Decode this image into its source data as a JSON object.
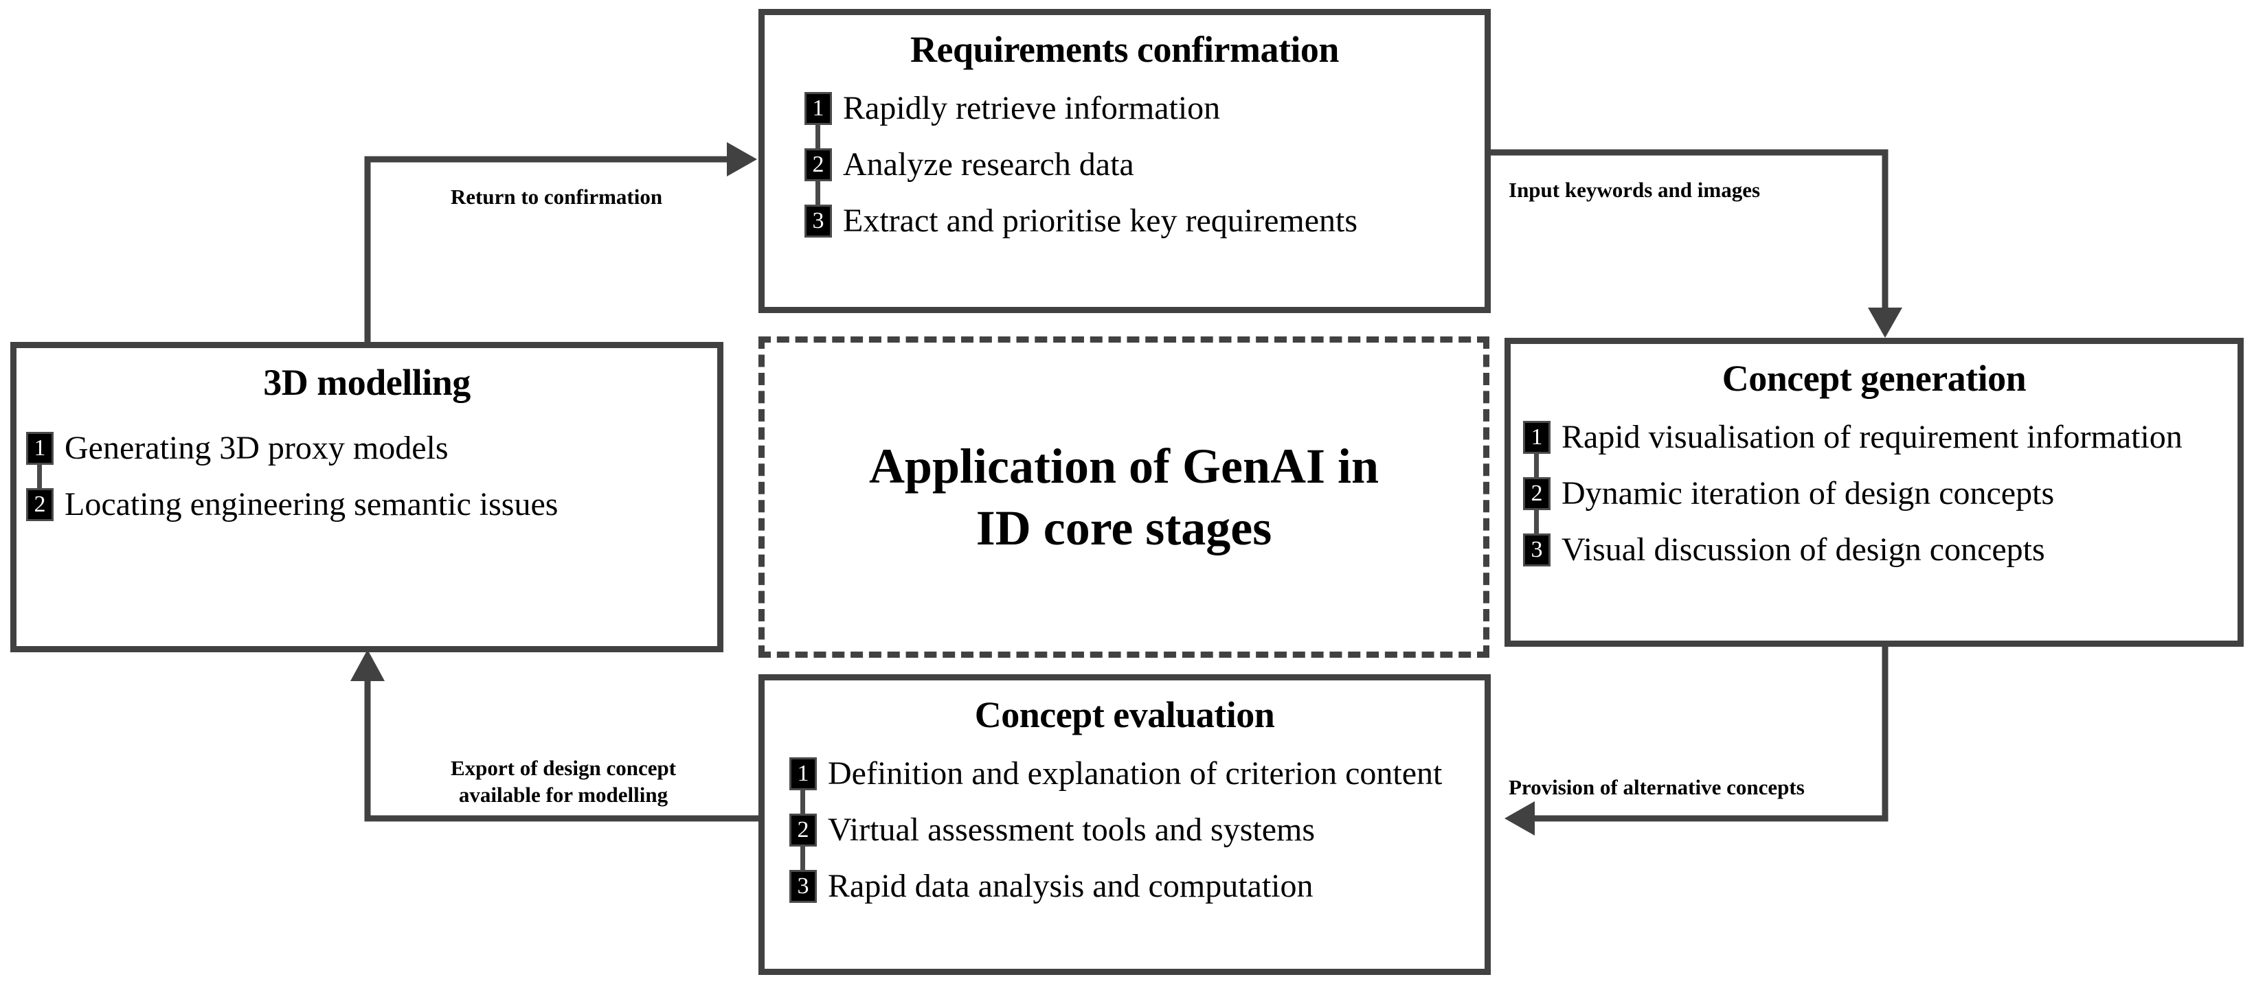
{
  "center": {
    "title": "Application of GenAI in\nID core stages"
  },
  "stages": {
    "requirements": {
      "title": "Requirements confirmation",
      "items": [
        {
          "num": "1",
          "label": "Rapidly retrieve information"
        },
        {
          "num": "2",
          "label": "Analyze research data"
        },
        {
          "num": "3",
          "label": "Extract and prioritise key requirements"
        }
      ]
    },
    "concept_generation": {
      "title": "Concept generation",
      "items": [
        {
          "num": "1",
          "label": "Rapid visualisation of requirement information"
        },
        {
          "num": "2",
          "label": "Dynamic iteration of design concepts"
        },
        {
          "num": "3",
          "label": "Visual discussion of design concepts"
        }
      ]
    },
    "concept_evaluation": {
      "title": "Concept evaluation",
      "items": [
        {
          "num": "1",
          "label": "Definition and explanation of criterion content"
        },
        {
          "num": "2",
          "label": "Virtual assessment tools and systems"
        },
        {
          "num": "3",
          "label": "Rapid data analysis and computation"
        }
      ]
    },
    "modelling": {
      "title": "3D modelling",
      "items": [
        {
          "num": "1",
          "label": "Generating 3D proxy models"
        },
        {
          "num": "2",
          "label": "Locating engineering semantic issues"
        }
      ]
    }
  },
  "edges": {
    "return_to_confirmation": "Return to confirmation",
    "input_keywords_and_images": "Input keywords and images",
    "provision_of_alternative_concepts": "Provision of alternative concepts",
    "export_of_design_concept": "Export of design concept\navailable for modelling"
  },
  "colors": {
    "line": "#414141",
    "badge_fill": "#000000",
    "badge_text": "#ffffff",
    "text": "#000000",
    "background": "#ffffff"
  }
}
